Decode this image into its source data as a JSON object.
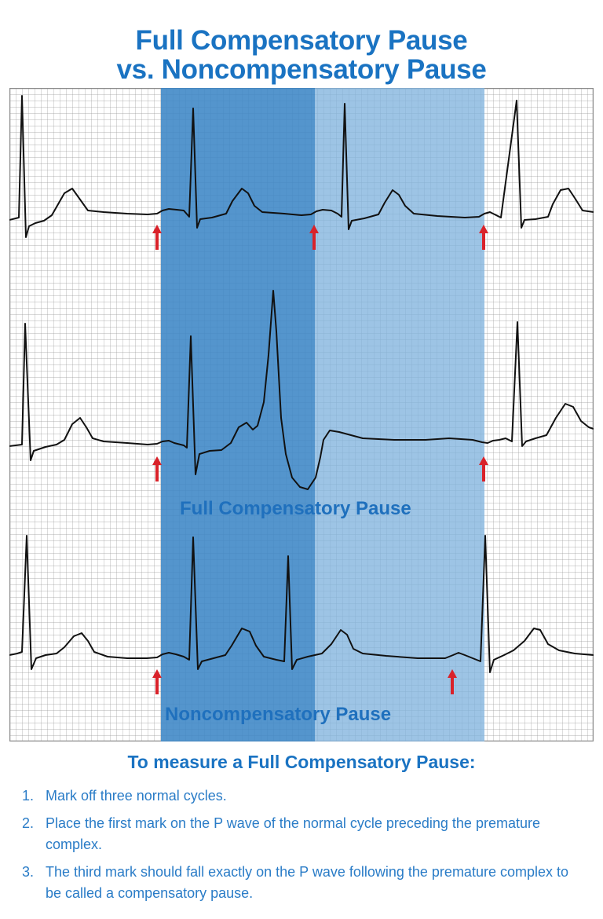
{
  "title": {
    "line1": "Full Compensatory Pause",
    "line2": "vs. Noncompensatory Pause"
  },
  "diagram": {
    "labels": {
      "full": "Full Compensatory Pause",
      "non": "Noncompensatory Pause"
    },
    "colors": {
      "heading_blue": "#1a73c2",
      "shade_dark": "#3c86c6",
      "shade_light": "#82b4de",
      "arrow_red": "#d9222a",
      "grid": "#9a9a9a",
      "trace": "#111111"
    },
    "icons": [
      "up-arrow-icon"
    ]
  },
  "instructions": {
    "heading": "To measure a Full Compensatory Pause:",
    "steps": [
      {
        "num": "1.",
        "text": "Mark off three normal cycles."
      },
      {
        "num": "2.",
        "text": "Place the first mark on the P wave of the normal cycle preceding the premature complex."
      },
      {
        "num": "3.",
        "text": "The third mark should fall exactly on the P wave following the premature complex to be called a compensatory pause."
      }
    ]
  }
}
